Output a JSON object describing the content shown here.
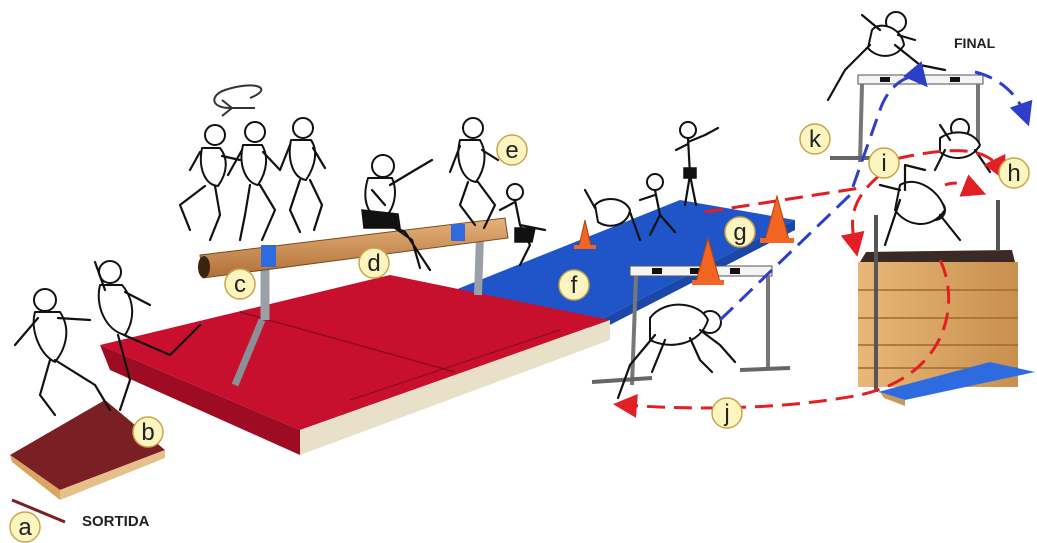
{
  "labels": {
    "start": "SORTIDA",
    "end": "FINAL"
  },
  "stations": [
    "a",
    "b",
    "c",
    "d",
    "e",
    "f",
    "g",
    "h",
    "i",
    "j",
    "k"
  ],
  "colors": {
    "mat_red": "#c8102e",
    "mat_blue": "#1f55c8",
    "beam_wood": "#c8894a",
    "box_wood": "#d9a464",
    "cone_orange": "#f26522",
    "path_red": "#e31e24",
    "path_blue": "#2d3ec8",
    "label_badge": "#fdf5c0",
    "springboard": "#7a1f24"
  }
}
